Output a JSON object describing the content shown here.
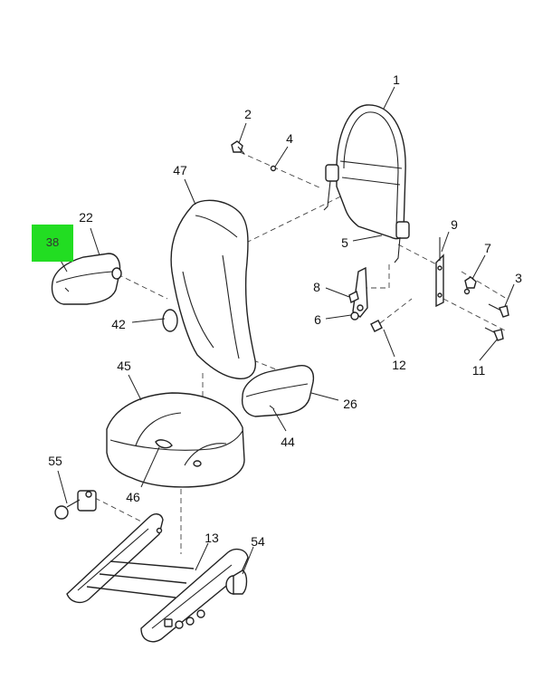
{
  "diagram": {
    "highlight_color": "#22dd22",
    "callouts": {
      "c1": "1",
      "c2": "2",
      "c3": "3",
      "c4": "4",
      "c5": "5",
      "c6": "6",
      "c7": "7",
      "c8": "8",
      "c9": "9",
      "c11": "11",
      "c12": "12",
      "c13": "13",
      "c22": "22",
      "c26": "26",
      "c38": "38",
      "c42": "42",
      "c44": "44",
      "c45": "45",
      "c46": "46",
      "c47": "47",
      "c54": "54",
      "c55": "55"
    }
  }
}
